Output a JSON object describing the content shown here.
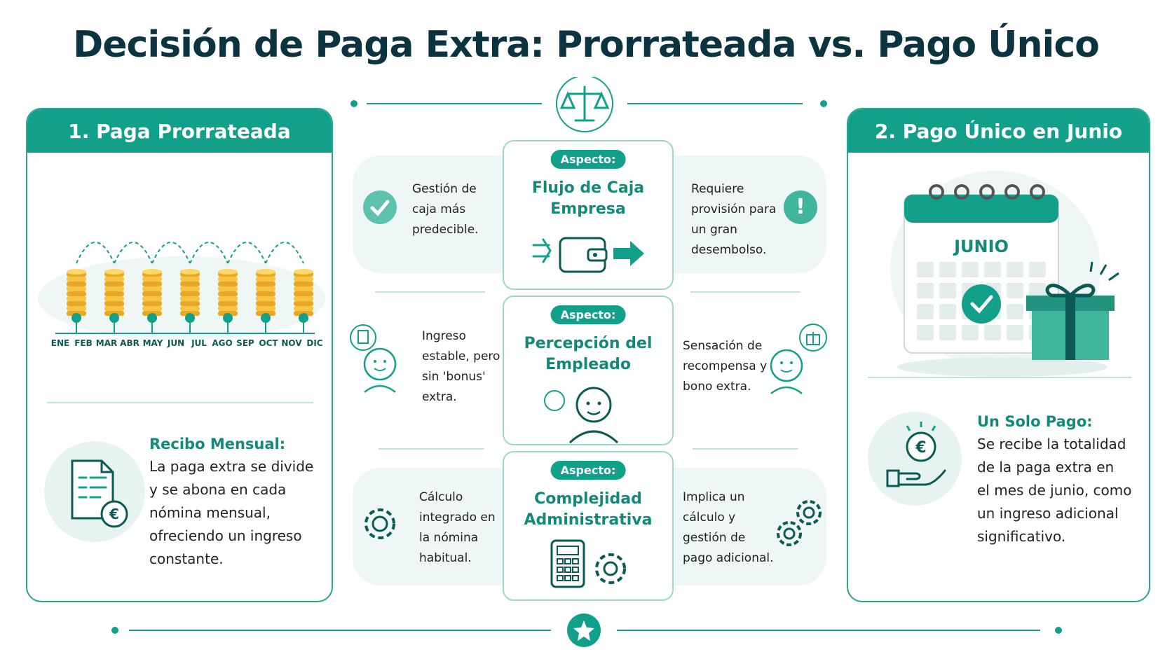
{
  "title": "Decisión de Paga Extra: Prorrateada vs. Pago Único",
  "left_panel": {
    "heading": "1. Paga Prorrateada",
    "months": [
      "ENE",
      "FEB",
      "MAR",
      "ABR",
      "MAY",
      "JUN",
      "JUL",
      "AGO",
      "SEP",
      "OCT",
      "NOV",
      "DIC"
    ],
    "subtitle": "Recibo Mensual:",
    "description_lines": [
      "La paga extra se divide",
      "y se abona en cada",
      "nómina mensual,",
      "ofreciendo un ingreso",
      "constante."
    ]
  },
  "right_panel": {
    "heading": "2. Pago Único en Junio",
    "calendar_label": "JUNIO",
    "subtitle": "Un Solo Pago:",
    "description_lines": [
      "Se recibe la totalidad",
      "de la paga extra en",
      "el mes de junio, como",
      "un ingreso adicional",
      "significativo."
    ]
  },
  "aspects": [
    {
      "pill": "Aspecto:",
      "title_lines": [
        "Flujo de Caja",
        "Empresa"
      ],
      "left_lines": [
        "Gestión de",
        "caja más",
        "predecible."
      ],
      "right_lines": [
        "Requiere",
        "provisión para",
        "un gran",
        "desembolso."
      ]
    },
    {
      "pill": "Aspecto:",
      "title_lines": [
        "Percepción del",
        "Empleado"
      ],
      "left_lines": [
        "Ingreso",
        "estable, pero",
        "sin 'bonus'",
        "extra."
      ],
      "right_lines": [
        "Sensación de",
        "recompensa y",
        "bono extra."
      ]
    },
    {
      "pill": "Aspecto:",
      "title_lines": [
        "Complejidad",
        "Administrativa"
      ],
      "left_lines": [
        "Cálculo",
        "integrado en",
        "la nómina",
        "habitual."
      ],
      "right_lines": [
        "Implica un",
        "cálculo y",
        "gestión de",
        "pago adicional."
      ]
    }
  ],
  "colors": {
    "accent": "#13a08a",
    "dark_title": "#0c3440",
    "coin": "#f2b632",
    "light_bg": "#eef7f5"
  }
}
